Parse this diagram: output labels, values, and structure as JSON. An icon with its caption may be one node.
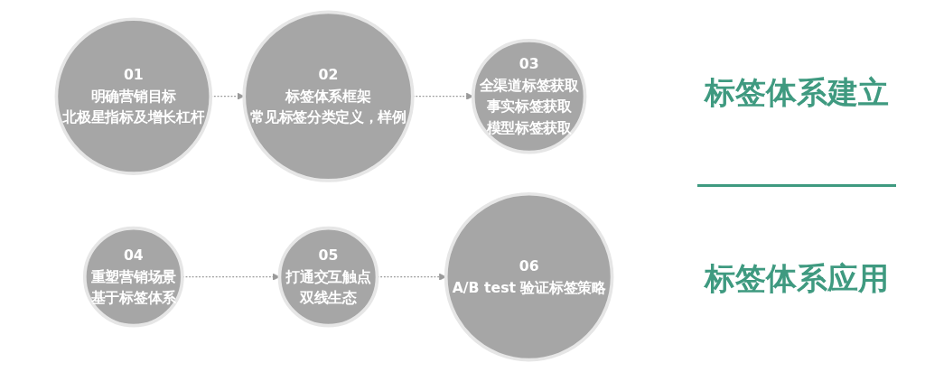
{
  "diagram": {
    "nodes": [
      {
        "text": [
          "01",
          "明确营销目标",
          "北极星指标及增长杠杆"
        ]
      },
      {
        "text": [
          "02",
          "标签体系框架",
          "常见标签分类定义，样例"
        ]
      },
      {
        "text": [
          "03",
          "全渠道标签获取",
          "事实标签获取",
          "模型标签获取"
        ]
      },
      {
        "text": [
          "04",
          "重塑营销场景",
          "基于标签体系"
        ]
      },
      {
        "text": [
          "05",
          "打通交互触点",
          "双线生态"
        ]
      },
      {
        "text": [
          "06",
          "A/B test 验证标签策略"
        ]
      }
    ],
    "edges": [
      {
        "from": 0,
        "to": 1,
        "arrow": "to",
        "style": "dashed"
      },
      {
        "from": 1,
        "to": 2,
        "arrow": "to",
        "style": "dashed"
      },
      {
        "from": 3,
        "to": 4,
        "arrow": "to",
        "style": "dashed"
      },
      {
        "from": 4,
        "to": 5,
        "arrow": "to",
        "style": "dashed"
      }
    ],
    "labels": [
      "标签体系建立",
      "标签体系应用"
    ]
  }
}
